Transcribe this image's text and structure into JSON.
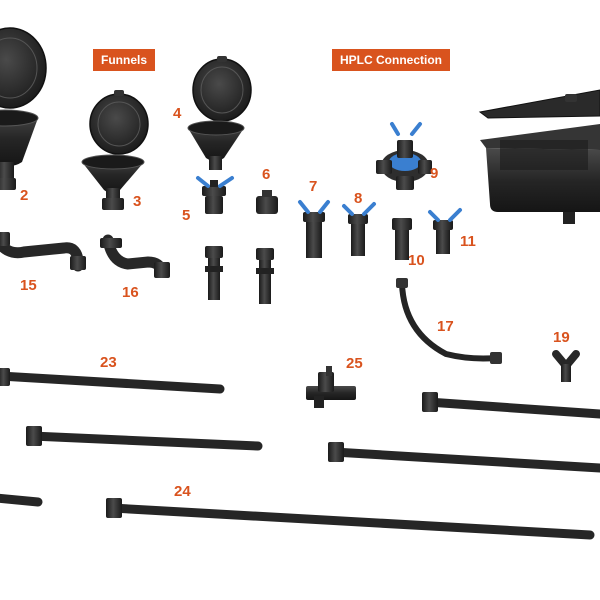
{
  "section_labels": {
    "funnels": "Funnels",
    "hplc": "HPLC Connection"
  },
  "callouts": {
    "n2": "2",
    "n3": "3",
    "n4": "4",
    "n5": "5",
    "n6": "6",
    "n7": "7",
    "n8": "8",
    "n9": "9",
    "n10": "10",
    "n11": "11",
    "n15": "15",
    "n16": "16",
    "n17": "17",
    "n19": "19",
    "n23": "23",
    "n24": "24",
    "n25": "25"
  },
  "colors": {
    "label_background": "#d9531e",
    "label_text": "#ffffff",
    "callout_number": "#d9531e",
    "part_body": "#2b2b2b",
    "valve_handle": "#3a7fd0"
  }
}
